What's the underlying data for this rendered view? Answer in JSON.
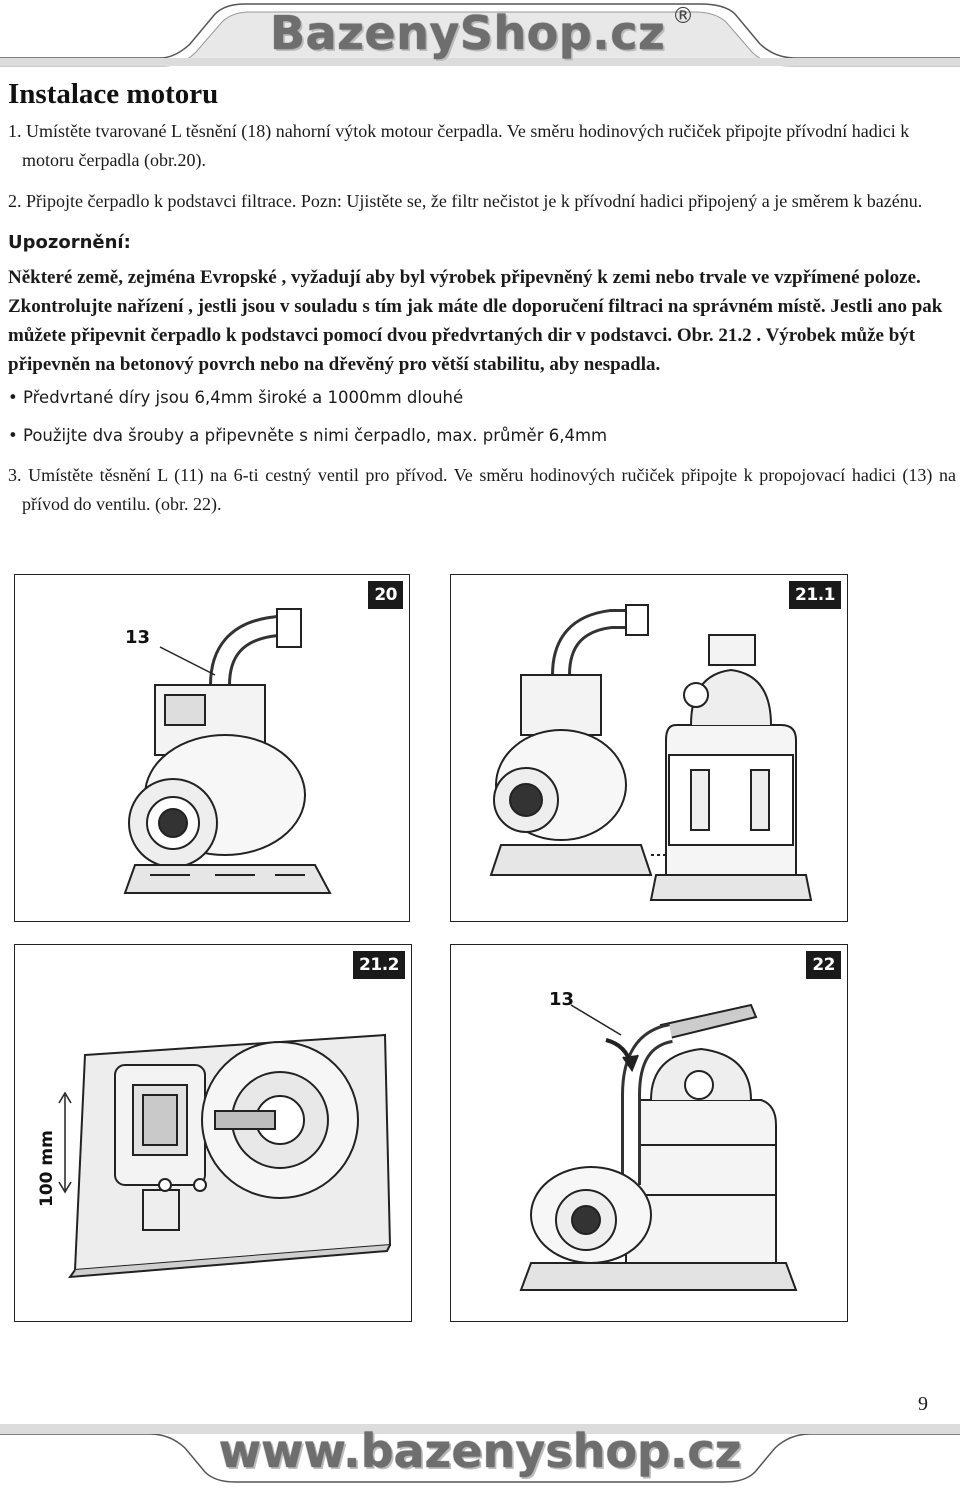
{
  "header": {
    "brand": "BazenyShop.cz",
    "reg_mark": "®"
  },
  "title": "Instalace motoru",
  "steps": {
    "s1": "1. Umístěte tvarované L těsnění (18) nahorní výtok motour čerpadla. Ve směru hodinových ručiček připojte přívodní hadici k motoru čerpadla (obr.20).",
    "s2": "2. Připojte čerpadlo k podstavci filtrace. Pozn: Ujistěte se, že filtr nečistot je k přívodní hadici připojený a je směrem k bazénu.",
    "s3": "3. Umístěte těsnění L (11) na 6-ti cestný ventil pro přívod. Ve směru hodinových ručiček připojte k propojovací hadici (13) na přívod do ventilu. (obr. 22)."
  },
  "warning": {
    "heading": "Upozornění:",
    "body": "Některé země, zejména Evropské , vyžadují aby byl výrobek připevněný k zemi nebo trvale ve vzpřímené poloze. Zkontrolujte nařízení , jestli jsou v souladu s tím jak máte dle doporučení filtraci na správném místě. Jestli ano pak můžete připevnit čerpadlo k podstavci pomocí dvou předvrtaných dir v podstavci. Obr. 21.2 . Výrobek může být připevněn na betonový povrch nebo na dřevěný pro větší stabilitu, aby nespadla."
  },
  "bullets": [
    "• Předvrtané díry jsou 6,4mm široké a 1000mm dlouhé",
    "• Použijte dva šrouby a připevněte s nimi čerpadlo, max. průměr 6,4mm"
  ],
  "figures": {
    "f20": {
      "badge": "20",
      "callout": "13"
    },
    "f211": {
      "badge": "21.1"
    },
    "f212": {
      "badge": "21.2",
      "dim": "100 mm"
    },
    "f22": {
      "badge": "22",
      "callout": "13"
    }
  },
  "page_number": "9",
  "footer": {
    "url": "www.bazenyshop.cz"
  }
}
